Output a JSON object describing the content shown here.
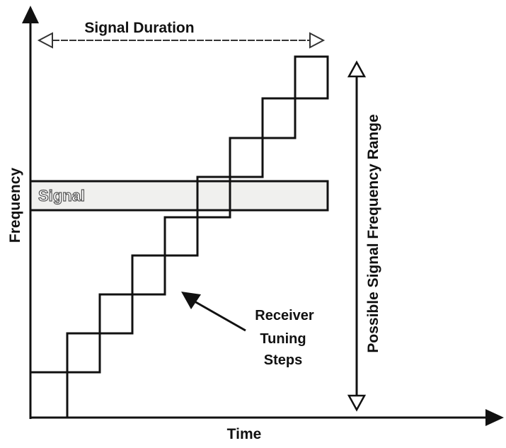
{
  "diagram": {
    "x_axis_label": "Time",
    "y_axis_label": "Frequency",
    "signal_label": "Signal",
    "signal_duration_label": "Signal Duration",
    "frequency_range_label": "Possible Signal Frequency Range",
    "pointer_label_lines": [
      "Receiver",
      "Tuning",
      "Steps"
    ],
    "tuning_step_count": 9,
    "colors": {
      "ink": "#111111",
      "signal_fill": "#f0f0ee",
      "background": "#ffffff"
    }
  }
}
